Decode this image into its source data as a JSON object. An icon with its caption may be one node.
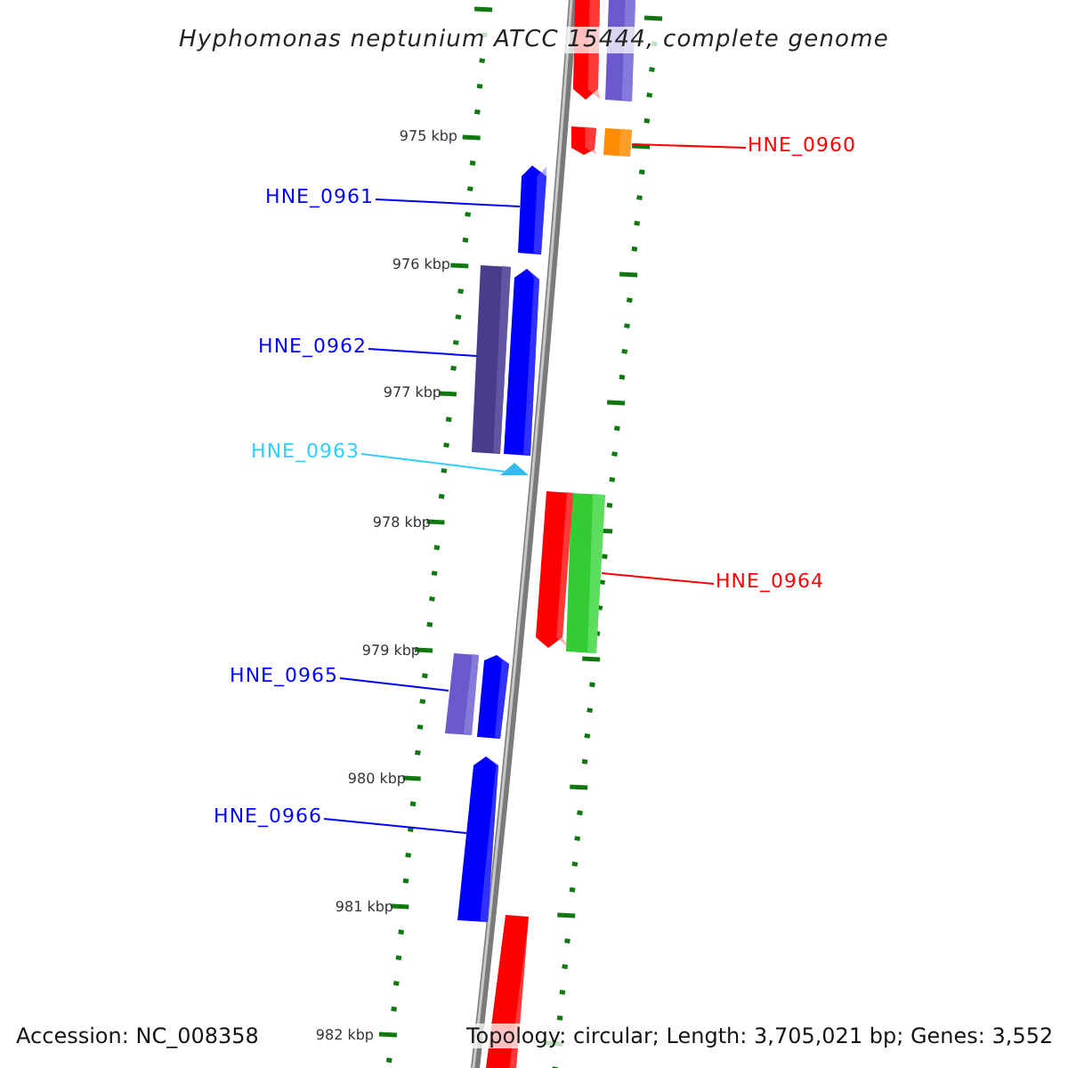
{
  "diagram": {
    "title": "Hyphomonas neptunium ATCC 15444, complete genome",
    "nodes": [
      {
        "text": [
          "HNE_0960"
        ]
      },
      {
        "text": [
          "HNE_0961"
        ]
      },
      {
        "text": [
          "HNE_0962"
        ]
      },
      {
        "text": [
          "HNE_0963"
        ]
      },
      {
        "text": [
          "HNE_0964"
        ]
      },
      {
        "text": [
          "HNE_0965"
        ]
      },
      {
        "text": [
          "HNE_0966"
        ]
      },
      {
        "text": [],
        "shape": "box"
      },
      {
        "text": [],
        "shape": "bar"
      },
      {
        "text": [],
        "shape": "box"
      },
      {
        "text": [],
        "shape": "triangle"
      },
      {
        "text": [],
        "shape": "box"
      },
      {
        "text": [],
        "shape": "box"
      },
      {
        "text": [],
        "shape": "bar"
      },
      {
        "text": [],
        "shape": "bar"
      },
      {
        "text": [],
        "shape": "bar"
      },
      {
        "text": [],
        "shape": "bar"
      },
      {
        "text": [],
        "shape": "bar"
      },
      {
        "text": [],
        "shape": "bar"
      },
      {
        "text": [],
        "shape": "bar"
      },
      {
        "text": [],
        "shape": "bar"
      }
    ],
    "edges": [
      {
        "from": 0,
        "to": 7,
        "arrow": "none",
        "color": "#ff0000"
      },
      {
        "from": 1,
        "to": 8,
        "arrow": "none"
      },
      {
        "from": 2,
        "to": 9,
        "arrow": "none"
      },
      {
        "from": 3,
        "to": 10,
        "arrow": "none",
        "color": "#33ccff"
      },
      {
        "from": 4,
        "to": 11,
        "arrow": "none",
        "color": "#ff0000"
      },
      {
        "from": 5,
        "to": 12,
        "arrow": "none"
      },
      {
        "from": 6,
        "to": 13,
        "arrow": "none"
      }
    ],
    "labels": [
      "975 kbp",
      "976 kbp",
      "977 kbp",
      "978 kbp",
      "979 kbp",
      "980 kbp",
      "981 kbp",
      "Accession: NC_008358",
      "982 kbp",
      "Topology: circular; Length: 3,705,021 bp; Genes: 3,552"
    ]
  }
}
